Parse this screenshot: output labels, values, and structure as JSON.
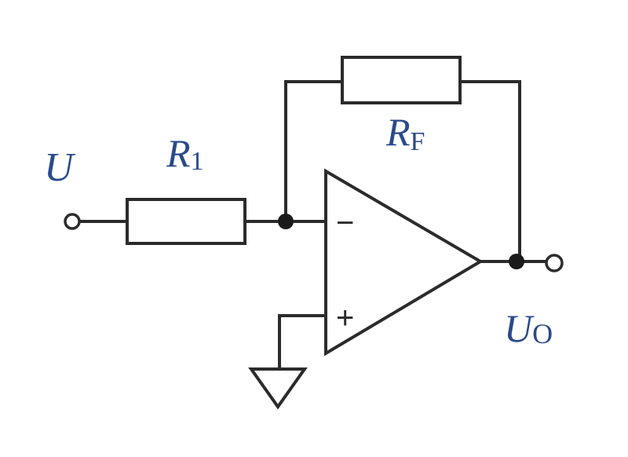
{
  "labels": {
    "input_voltage": "U",
    "r1_main": "R",
    "r1_sub": "1",
    "rf_main": "R",
    "rf_sub": "F",
    "output_main": "U",
    "output_sub": "O",
    "inverting_sign": "−",
    "noninverting_sign": "+"
  },
  "colors": {
    "label": "#2a4a8c",
    "line": "#2b2b2b"
  }
}
